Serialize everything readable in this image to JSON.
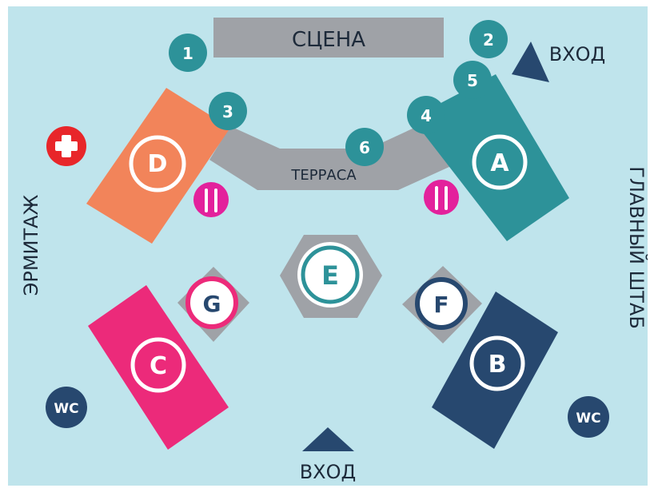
{
  "colors": {
    "background": "#bfe4ec",
    "grey": "#9fa2a7",
    "teal": "#2d9299",
    "orange": "#f2845a",
    "pink": "#ec2a7a",
    "navy": "#27486f",
    "firstaid": "#e8262a",
    "white": "#ffffff",
    "text": "#1d2a3a"
  },
  "labels": {
    "stage": "СЦЕНА",
    "terrace": "ТЕРРАСА",
    "entrance_top": "ВХОД",
    "entrance_bottom": "ВХОД",
    "left_side": "ЭРМИТАЖ",
    "right_side": "ГЛАВНЫЙ ШТАБ"
  },
  "zones": {
    "a": "A",
    "b": "B",
    "c": "C",
    "d": "D",
    "e": "E",
    "f": "F",
    "g": "G"
  },
  "badges": {
    "b1": "1",
    "b2": "2",
    "b3": "3",
    "b4": "4",
    "b5": "5",
    "b6": "6"
  },
  "wc": {
    "left": "WC",
    "right": "WC"
  },
  "icons": {
    "first_aid": "first-aid-icon",
    "food": "fork-knife-icon",
    "toilet": "wc-icon",
    "entrance": "entrance-arrow-icon"
  }
}
